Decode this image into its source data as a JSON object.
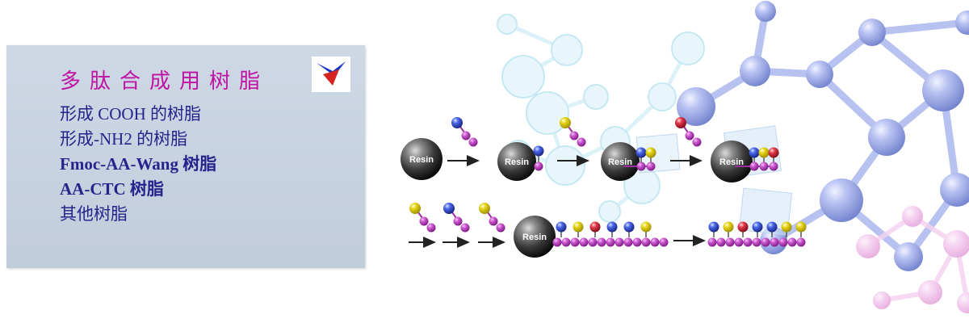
{
  "panel": {
    "title": "多肽合成用树脂",
    "title_color": "#c013a3",
    "item_color": "#24248c",
    "background_color": "#c7d2e0",
    "items": [
      {
        "label": "形成 COOH 的树脂"
      },
      {
        "label": "形成-NH2 的树脂"
      },
      {
        "label": "Fmoc-AA-Wang 树脂"
      },
      {
        "label": "AA-CTC  树脂"
      },
      {
        "label": "其他树脂"
      }
    ]
  },
  "illustration": {
    "resin_label": "Resin",
    "colors": {
      "resin_sphere": "#222222",
      "chain_bead": "#bb44c4",
      "amino_blue": "#2f4fd8",
      "amino_yellow": "#d8c400",
      "amino_red": "#c42434",
      "molecule_blue": "#9fade8",
      "molecule_cyan": "#d6eff8",
      "molecule_pink": "#f0c2ea"
    }
  }
}
